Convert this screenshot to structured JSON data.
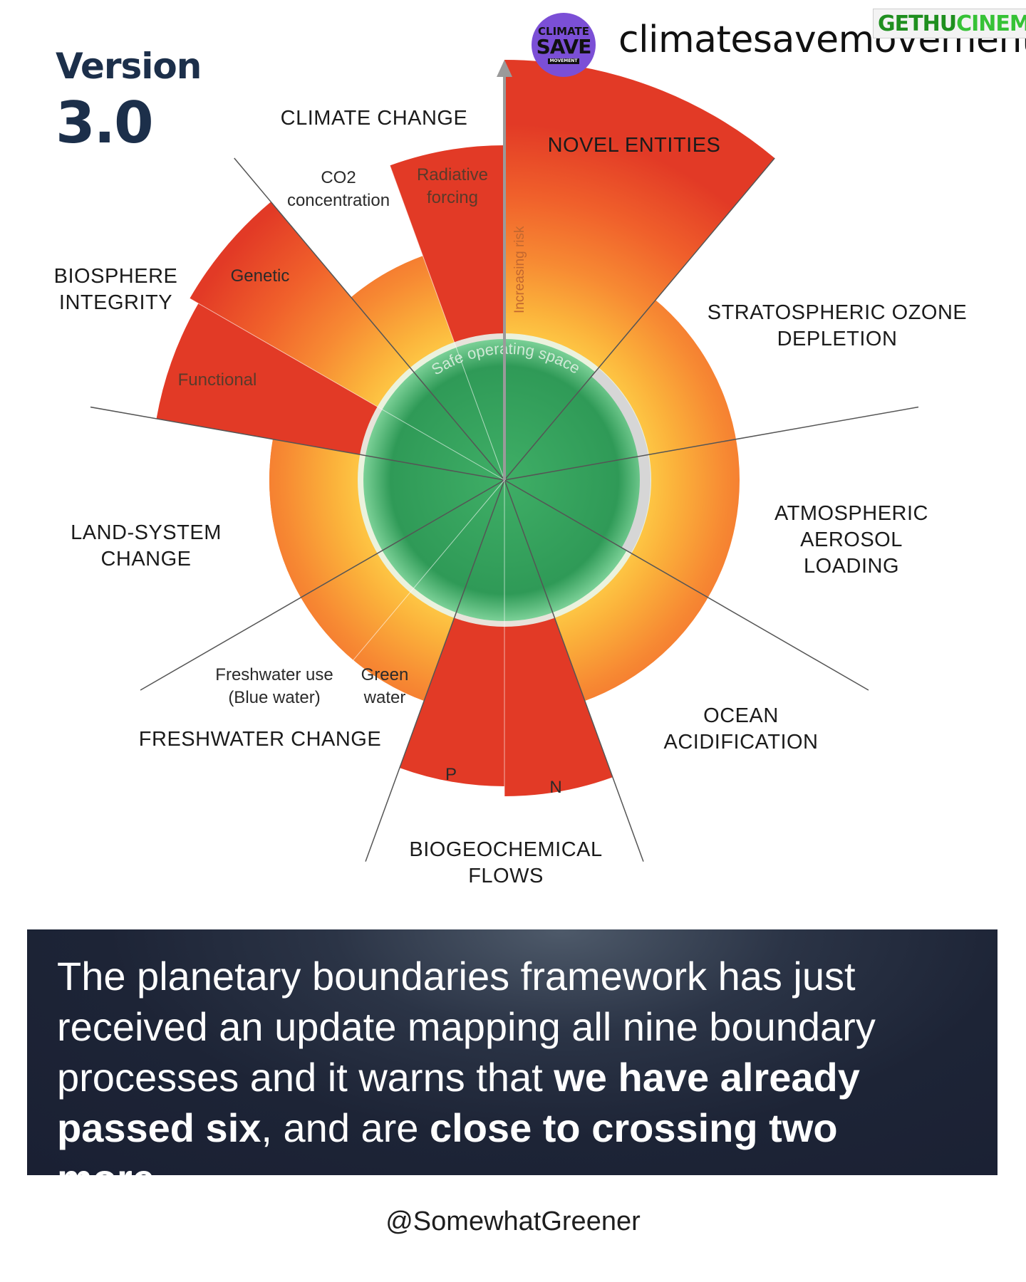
{
  "header": {
    "version_label": "Version",
    "version_number": "3.0",
    "brand_logo": {
      "line1": "CLIMATE",
      "line2": "SAVE",
      "line3": "MOVEMENT",
      "color": "#7b4fd6"
    },
    "brand_name": "climatesavemovement",
    "watermark": {
      "part1": "GETHU",
      "part2": "CINEMA"
    }
  },
  "diagram": {
    "center_label": "Safe operating space",
    "axis_label": "Increasing risk",
    "boundaries": {
      "climate_change": "CLIMATE CHANGE",
      "novel_entities": "NOVEL ENTITIES",
      "ozone": "STRATOSPHERIC OZONE\nDEPLETION",
      "aerosol": "ATMOSPHERIC\nAEROSOL\nLOADING",
      "ocean": "OCEAN\nACIDIFICATION",
      "biogeochemical": "BIOGEOCHEMICAL\nFLOWS",
      "freshwater": "FRESHWATER CHANGE",
      "land_system": "LAND-SYSTEM\nCHANGE",
      "biosphere": "BIOSPHERE\nINTEGRITY"
    },
    "sub_labels": {
      "co2": "CO2\nconcentration",
      "radiative": "Radiative\nforcing",
      "genetic": "Genetic",
      "functional": "Functional",
      "blue_water": "Freshwater use\n(Blue water)",
      "green_water": "Green\nwater",
      "p": "P",
      "n": "N"
    },
    "colors": {
      "safe_zone": "#2f9a57",
      "high_risk": "#e23a26",
      "increasing_risk": "#f7a63a",
      "not_quantified": "#d6d6d6"
    }
  },
  "banner": {
    "p1": "The planetary boundaries framework has just received an update mapping all nine boundary processes and it warns that ",
    "b1": "we have already passed six",
    "p2": ", and are ",
    "b2": "close to crossing two more",
    "p3": "."
  },
  "credit": "@SomewhatGreener"
}
